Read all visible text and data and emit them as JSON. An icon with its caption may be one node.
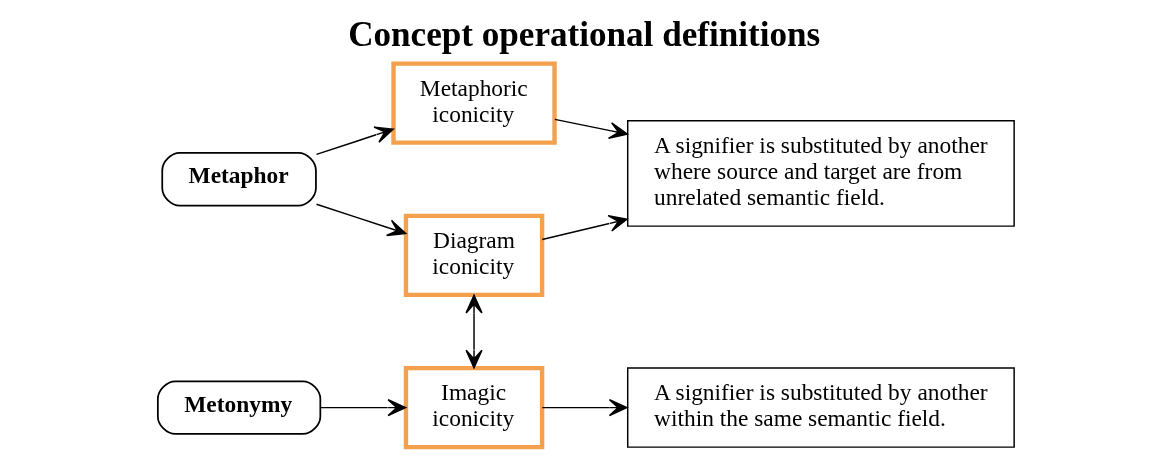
{
  "diagram": {
    "title": "Concept operational definitions",
    "nodes": [
      {
        "text": [
          "Metaphor"
        ]
      },
      {
        "text": [
          "Metonymy"
        ]
      },
      {
        "text": [
          "Metaphoric iconicity"
        ]
      },
      {
        "text": [
          "Diagram iconicity"
        ]
      },
      {
        "text": [
          "Imagic iconicity"
        ]
      },
      {
        "text": [
          "A signifier is substituted by another where source and target are from unrelated semantic field."
        ]
      },
      {
        "text": [
          "A signifier is substituted by another within the same semantic field."
        ]
      }
    ],
    "edges": [
      {
        "from": 0,
        "to": 2,
        "arrow": "to"
      },
      {
        "from": 0,
        "to": 3,
        "arrow": "to"
      },
      {
        "from": 1,
        "to": 4,
        "arrow": "to"
      },
      {
        "from": 2,
        "to": 5,
        "arrow": "to"
      },
      {
        "from": 3,
        "to": 5,
        "arrow": "to"
      },
      {
        "from": 3,
        "to": 4,
        "arrow": "both"
      },
      {
        "from": 4,
        "to": 6,
        "arrow": "to"
      }
    ]
  }
}
